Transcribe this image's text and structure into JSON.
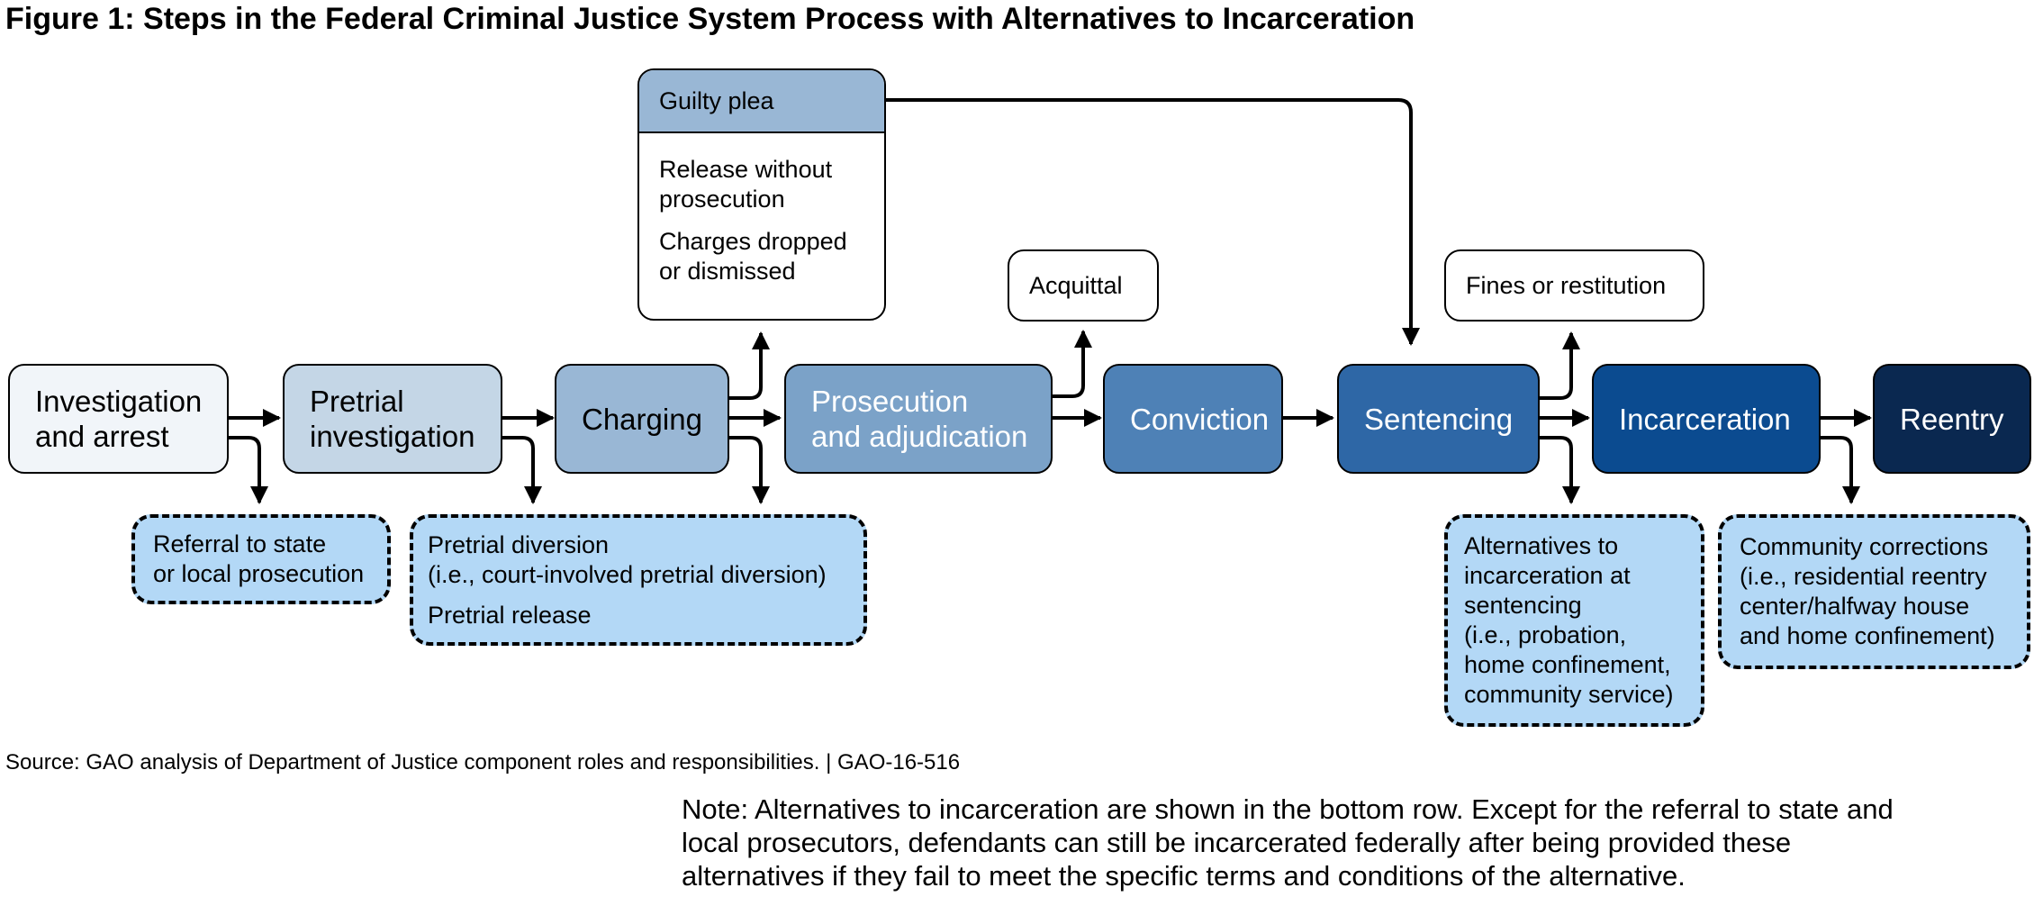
{
  "title": "Figure 1: Steps in the Federal Criminal Justice System Process with Alternatives to Incarceration",
  "steps": [
    {
      "lines": [
        "Investigation",
        "and arrest"
      ],
      "fill": "#f1f5f9",
      "text_color": "#000000"
    },
    {
      "lines": [
        "Pretrial",
        "investigation"
      ],
      "fill": "#c4d6e6",
      "text_color": "#000000"
    },
    {
      "lines": [
        "Charging"
      ],
      "fill": "#99b7d5",
      "text_color": "#000000"
    },
    {
      "lines": [
        "Prosecution",
        "and adjudication"
      ],
      "fill": "#7ba2c8",
      "text_color": "#ffffff"
    },
    {
      "lines": [
        "Conviction"
      ],
      "fill": "#4e81b6",
      "text_color": "#ffffff"
    },
    {
      "lines": [
        "Sentencing"
      ],
      "fill": "#2e67a6",
      "text_color": "#ffffff"
    },
    {
      "lines": [
        "Incarceration"
      ],
      "fill": "#0b4b90",
      "text_color": "#ffffff"
    },
    {
      "lines": [
        "Reentry"
      ],
      "fill": "#0a2850",
      "text_color": "#ffffff"
    }
  ],
  "charging_outcomes": {
    "guilty_plea": "Guilty plea",
    "release": [
      "Release without",
      "prosecution"
    ],
    "dropped": [
      "Charges dropped",
      "or dismissed"
    ]
  },
  "acquittal": "Acquittal",
  "fines": "Fines or restitution",
  "alternatives": {
    "referral": [
      "Referral to state",
      "or local prosecution"
    ],
    "pretrial_diversion": [
      "Pretrial diversion",
      "(i.e., court-involved pretrial diversion)"
    ],
    "pretrial_release": "Pretrial release",
    "sentencing_alt": [
      "Alternatives to",
      "incarceration at",
      "sentencing",
      "(i.e., probation,",
      "home confinement,",
      "community service)"
    ],
    "community": [
      "Community corrections",
      "(i.e., residential reentry",
      "center/halfway house",
      "and home confinement)"
    ]
  },
  "source": "Source: GAO analysis of Department of Justice component roles and responsibilities.  |  GAO-16-516",
  "note": [
    "Note: Alternatives to incarceration are shown in the bottom row. Except for the referral to state and",
    "local prosecutors, defendants can still be incarcerated federally after being provided these",
    "alternatives if they fail to meet the specific terms and conditions of the alternative."
  ]
}
